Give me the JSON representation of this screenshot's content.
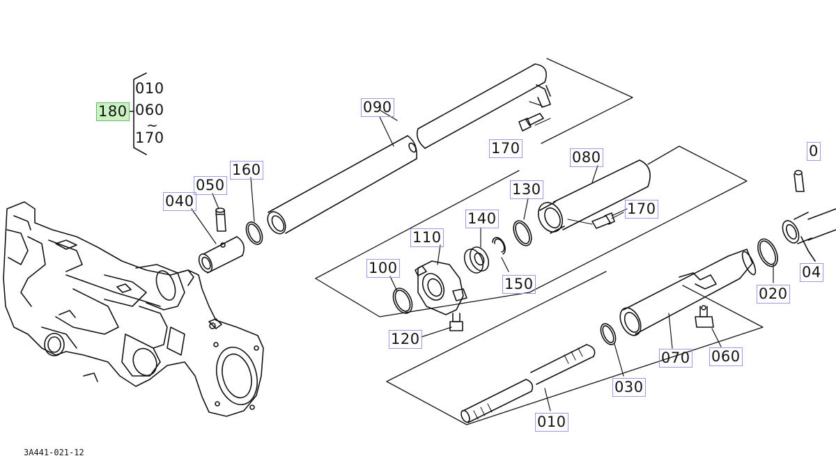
{
  "assembly_note": {
    "label": "180",
    "items": [
      "010",
      "060",
      "170"
    ],
    "range_symbol": "~"
  },
  "callouts": [
    {
      "id": "090",
      "text": "090"
    },
    {
      "id": "170a",
      "text": "170"
    },
    {
      "id": "080",
      "text": "080"
    },
    {
      "id": "170b",
      "text": "170"
    },
    {
      "id": "160",
      "text": "160"
    },
    {
      "id": "050",
      "text": "050"
    },
    {
      "id": "040",
      "text": "040"
    },
    {
      "id": "130",
      "text": "130"
    },
    {
      "id": "140",
      "text": "140"
    },
    {
      "id": "110",
      "text": "110"
    },
    {
      "id": "100",
      "text": "100"
    },
    {
      "id": "150",
      "text": "150"
    },
    {
      "id": "120",
      "text": "120"
    },
    {
      "id": "020",
      "text": "020"
    },
    {
      "id": "070",
      "text": "070"
    },
    {
      "id": "060",
      "text": "060"
    },
    {
      "id": "030",
      "text": "030"
    },
    {
      "id": "010",
      "text": "010"
    },
    {
      "id": "0r1",
      "text": "0"
    },
    {
      "id": "0r2",
      "text": "04"
    }
  ],
  "drawing_code": "3A441-021-12",
  "colors": {
    "highlight": "#ccf2c4",
    "label_border": "#9999dd",
    "line": "#111111"
  }
}
